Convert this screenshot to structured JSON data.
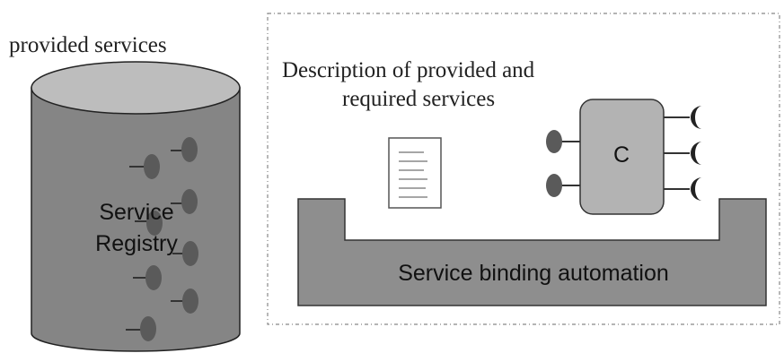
{
  "registry": {
    "caption": "provided services",
    "label_line1": "Service",
    "label_line2": "Registry"
  },
  "description": {
    "line1": "Description of provided and",
    "line2": "required services"
  },
  "component": {
    "label": "C"
  },
  "automation": {
    "label": "Service binding automation"
  },
  "colors": {
    "cylinder_body": "#858585",
    "cylinder_top": "#bdbdbd",
    "port_dot": "#5a5a5a",
    "component_fill": "#b3b3b3",
    "base_fill": "#8e8e8e",
    "dashed_border": "#888888"
  },
  "icons": {
    "document": "document-icon",
    "provided_port": "provided-port-icon",
    "required_port": "required-socket-icon"
  }
}
